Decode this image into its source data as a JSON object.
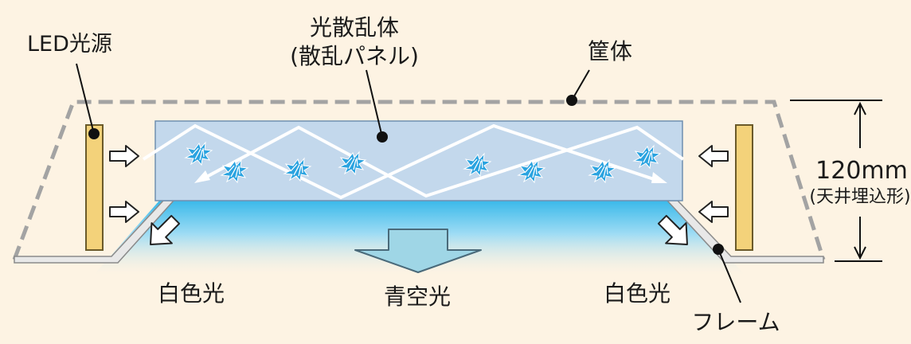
{
  "labels": {
    "led_source": "LED光源",
    "scatter_body": "光散乱体",
    "scatter_panel": "(散乱パネル)",
    "housing": "筐体",
    "height_value": "120mm",
    "height_note": "(天井埋込形)",
    "white_light_left": "白色光",
    "blue_sky_light": "青空光",
    "white_light_right": "白色光",
    "frame": "フレーム"
  },
  "colors": {
    "background": "#fdf3e3",
    "panel_fill": "#c3d8ec",
    "panel_stroke": "#6f8fb0",
    "led_fill": "#f3d27a",
    "led_stroke": "#6b5a2a",
    "scatter_icon": "#2aa3e0",
    "housing_dash": "#a3a3a3",
    "frame_fill": "#e8e8e8",
    "sky_glow_top": "#3ab9ea",
    "arrow_down_fill": "#9fd6e6"
  },
  "icons": {
    "leader_dot": "filled-circle",
    "scatter_particle": "scatter-burst-icon",
    "light_in_arrow": "hollow-arrow-icon"
  }
}
